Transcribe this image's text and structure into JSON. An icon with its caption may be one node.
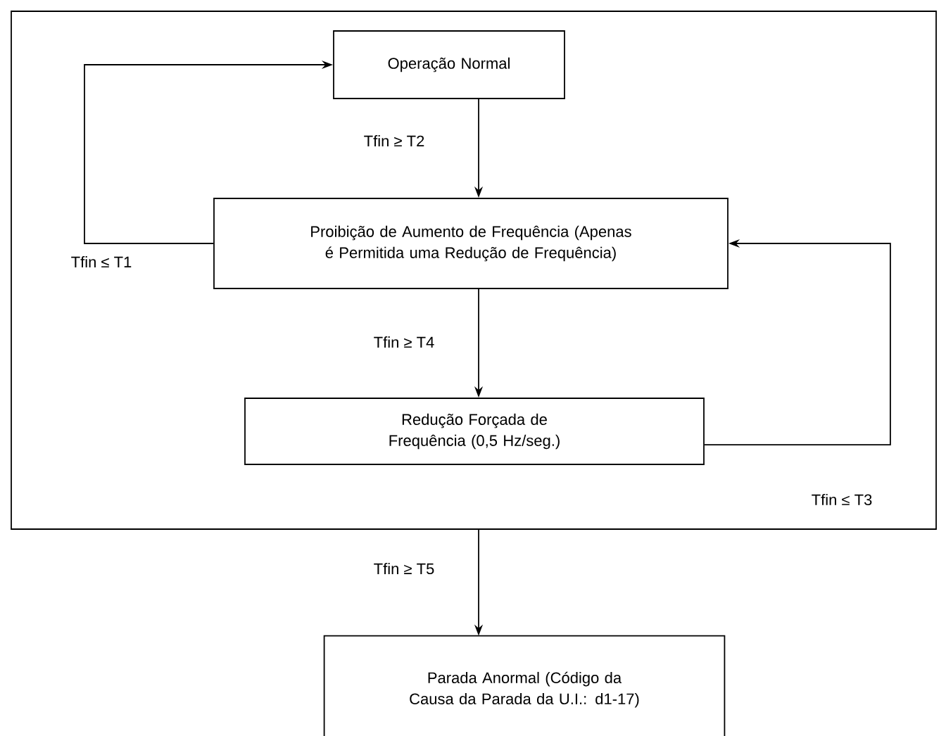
{
  "diagram": {
    "nodes": [
      {
        "text": [],
        "shape": "box"
      },
      {
        "text": [
          "Operação Normal"
        ],
        "in": 0
      },
      {
        "text": [
          "Proibição de Aumento de Frequência  (Apenas é Permitida uma Redução de Frequência)"
        ],
        "in": 0
      },
      {
        "text": [
          "Redução Forçada de Frequência (0,5 Hz/seg.)"
        ],
        "in": 0
      },
      {
        "text": [
          "Parada Anormal (Código da Causa da Parada da U.I.: d1-17)"
        ]
      }
    ],
    "edges": [
      {
        "from": 1,
        "to": 2,
        "arrow": "to",
        "label": "Tfin ≥ T2"
      },
      {
        "from": 2,
        "to": 1,
        "arrow": "to",
        "label": "Tfin ≤ T1"
      },
      {
        "from": 2,
        "to": 3,
        "arrow": "to",
        "label": "Tfin ≥ T4"
      },
      {
        "from": 3,
        "to": 2,
        "arrow": "to",
        "label": "Tfin ≤ T3"
      },
      {
        "from": 0,
        "to": 4,
        "arrow": "to",
        "label": "Tfin ≥ T5"
      }
    ]
  }
}
